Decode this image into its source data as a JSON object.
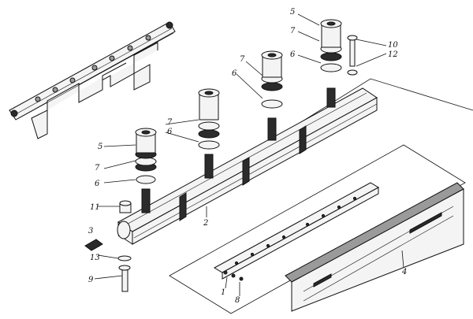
{
  "callouts": [
    {
      "id": "c5a",
      "text": "5"
    },
    {
      "id": "c7a",
      "text": "7"
    },
    {
      "id": "c6a",
      "text": "6"
    },
    {
      "id": "c10",
      "text": "10"
    },
    {
      "id": "c12",
      "text": "12"
    },
    {
      "id": "c7b",
      "text": "7"
    },
    {
      "id": "c6b",
      "text": "6"
    },
    {
      "id": "c7c",
      "text": "7"
    },
    {
      "id": "c6c",
      "text": "6"
    },
    {
      "id": "c5b",
      "text": "5"
    },
    {
      "id": "c7d",
      "text": "7"
    },
    {
      "id": "c6d",
      "text": "6"
    },
    {
      "id": "c11",
      "text": "11"
    },
    {
      "id": "c2",
      "text": "2"
    },
    {
      "id": "c3",
      "text": "3"
    },
    {
      "id": "c13",
      "text": "13"
    },
    {
      "id": "c9",
      "text": "9"
    },
    {
      "id": "c1",
      "text": "1"
    },
    {
      "id": "c8",
      "text": "8"
    },
    {
      "id": "c4",
      "text": "4"
    }
  ]
}
